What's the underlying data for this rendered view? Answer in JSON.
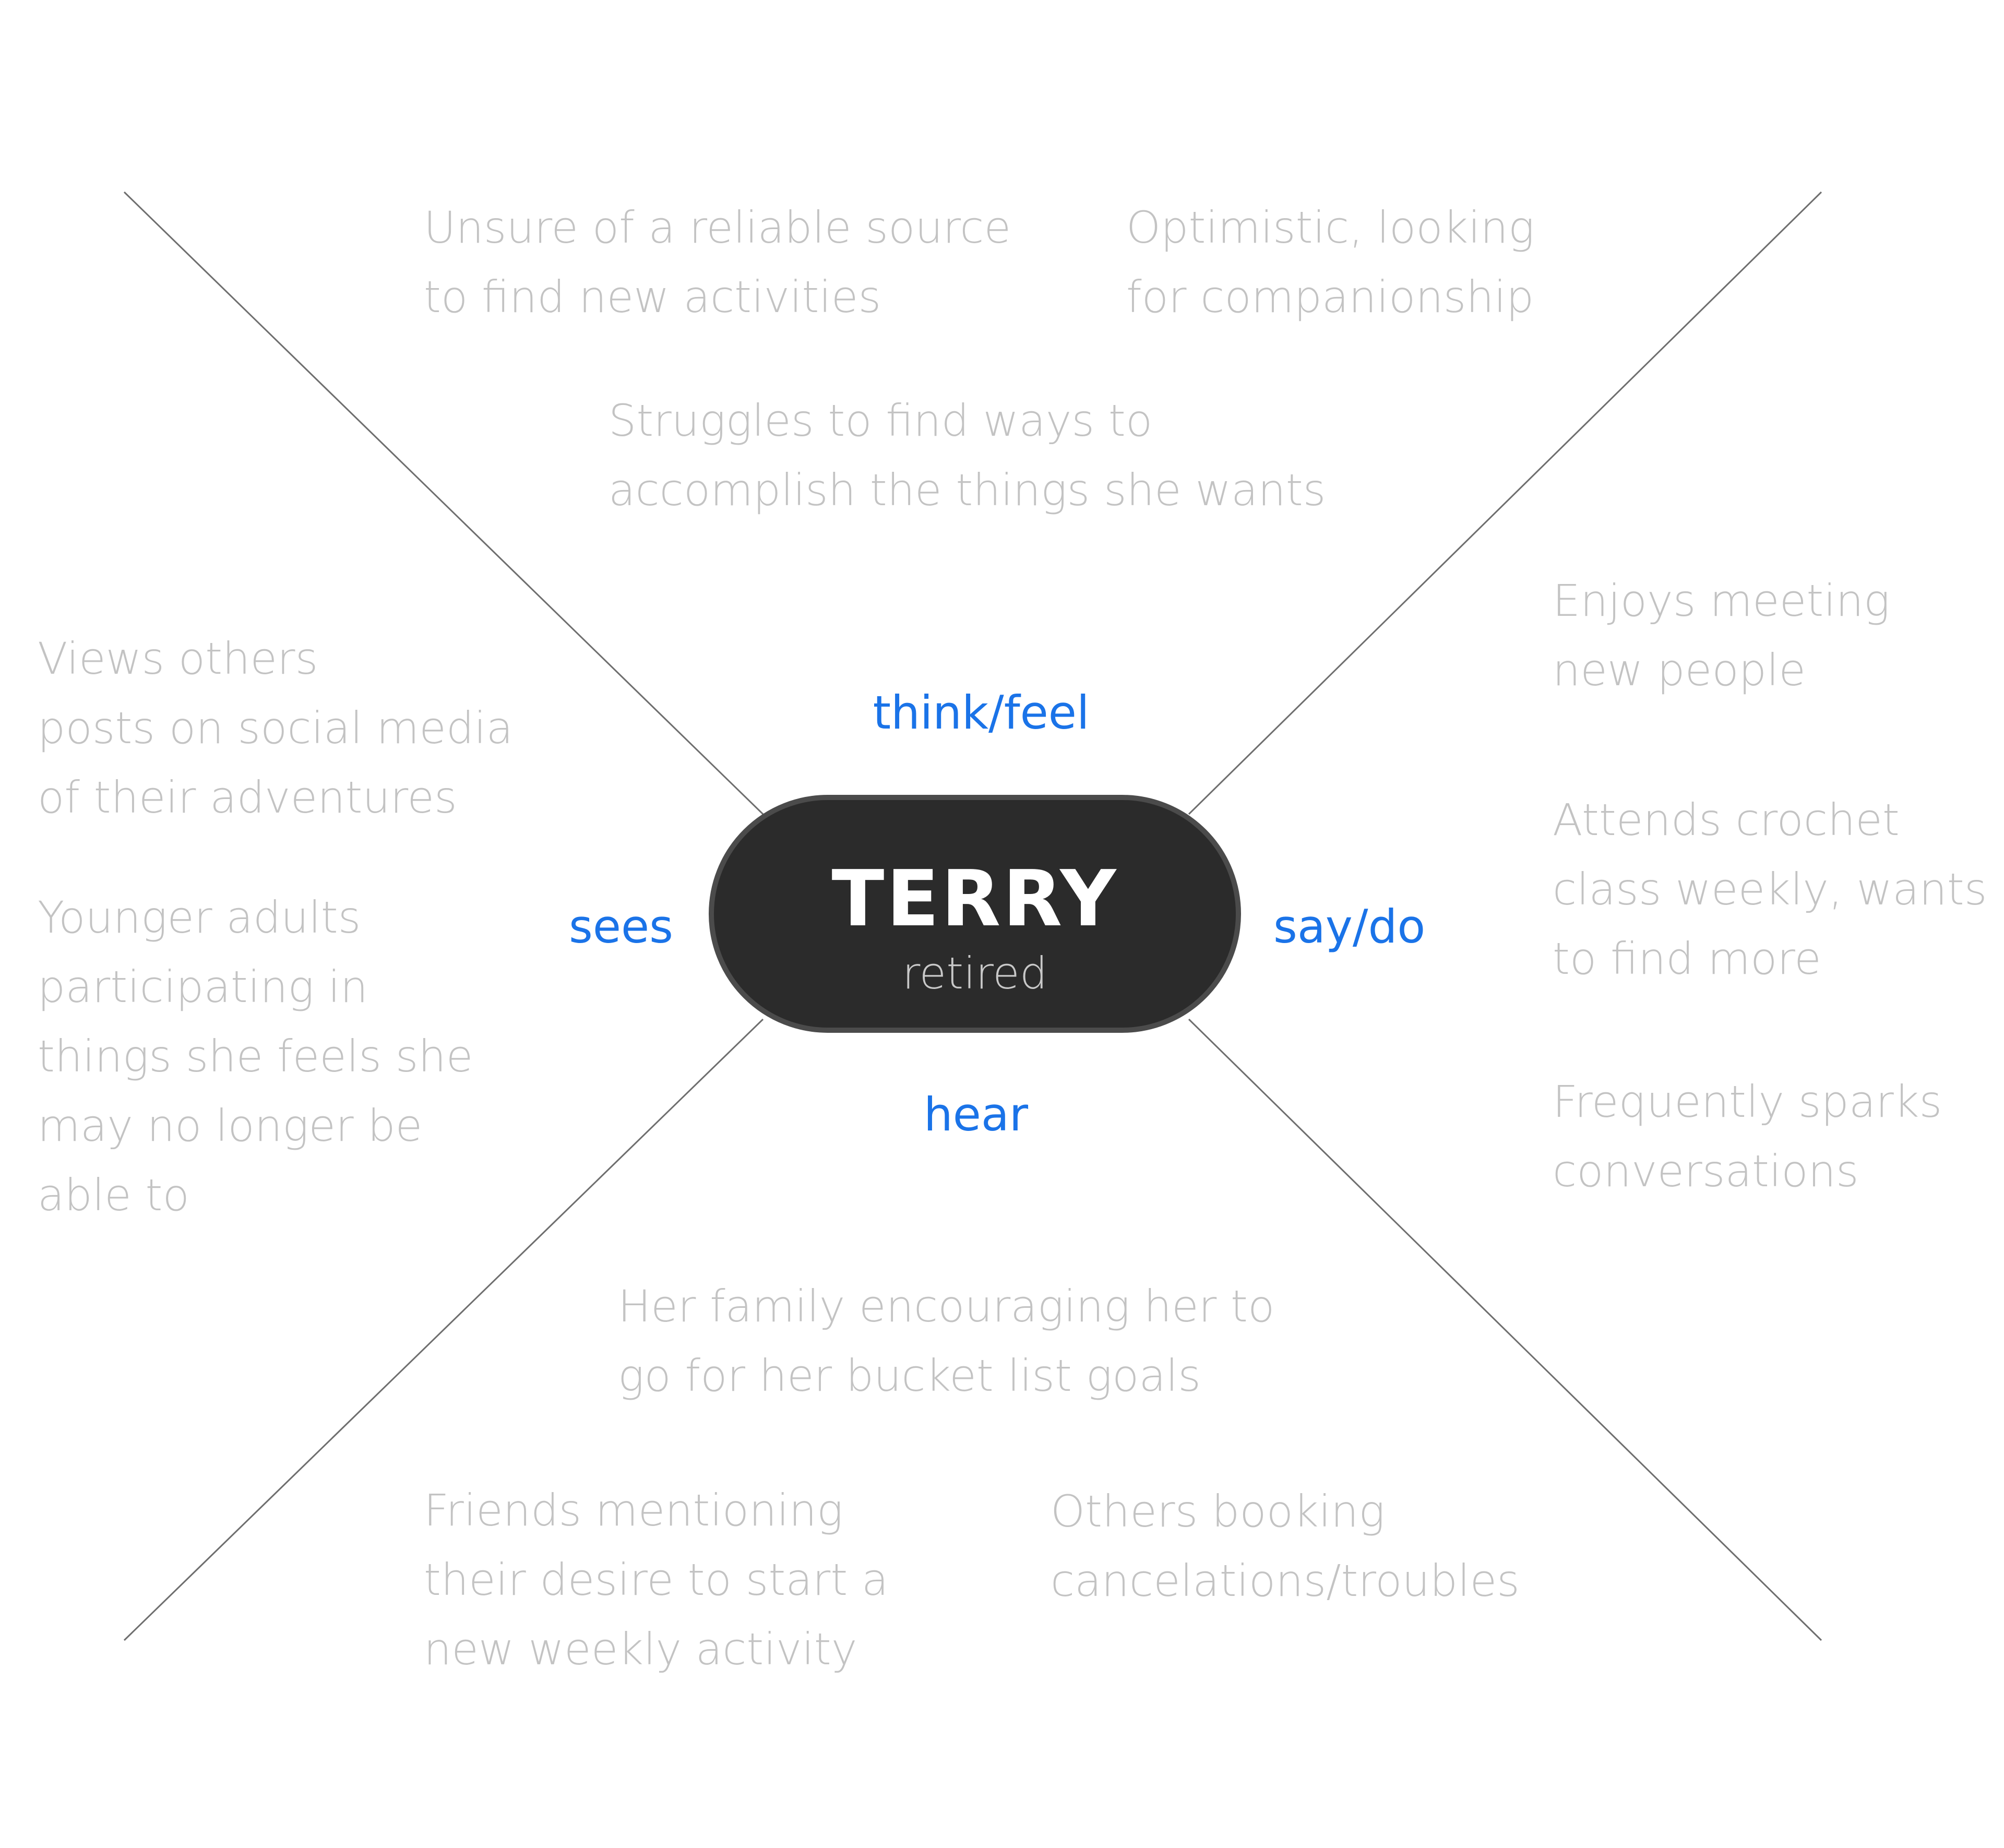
{
  "persona": {
    "name": "TERRY",
    "role": "retired"
  },
  "quadrants": {
    "think_feel": {
      "label": "think/feel",
      "notes": [
        "Unsure of a reliable source\nto find new activities",
        "Optimistic, looking\nfor companionship",
        "Struggles to find ways to\naccomplish the things she wants"
      ]
    },
    "say_do": {
      "label": "say/do",
      "notes": [
        "Enjoys meeting\nnew people",
        "Attends crochet\nclass weekly, wants\nto find more",
        "Frequently sparks\nconversations"
      ]
    },
    "sees": {
      "label": "sees",
      "notes": [
        "Views others\nposts on social media\nof their adventures",
        "Younger adults\nparticipating in\nthings she feels she\nmay no longer be\nable to"
      ]
    },
    "hear": {
      "label": "hear",
      "notes": [
        "Her family encouraging her to\ngo for her bucket list goals",
        "Friends mentioning\ntheir desire to start a\nnew weekly activity",
        "Others booking\ncancelations/troubles"
      ]
    }
  },
  "colors": {
    "label_blue": "#1a73e8",
    "note_gray": "#c3c3c3",
    "pill_fill": "#2b2b2b",
    "pill_border": "#4b4b4b",
    "divider_line": "#6e6e6e"
  }
}
